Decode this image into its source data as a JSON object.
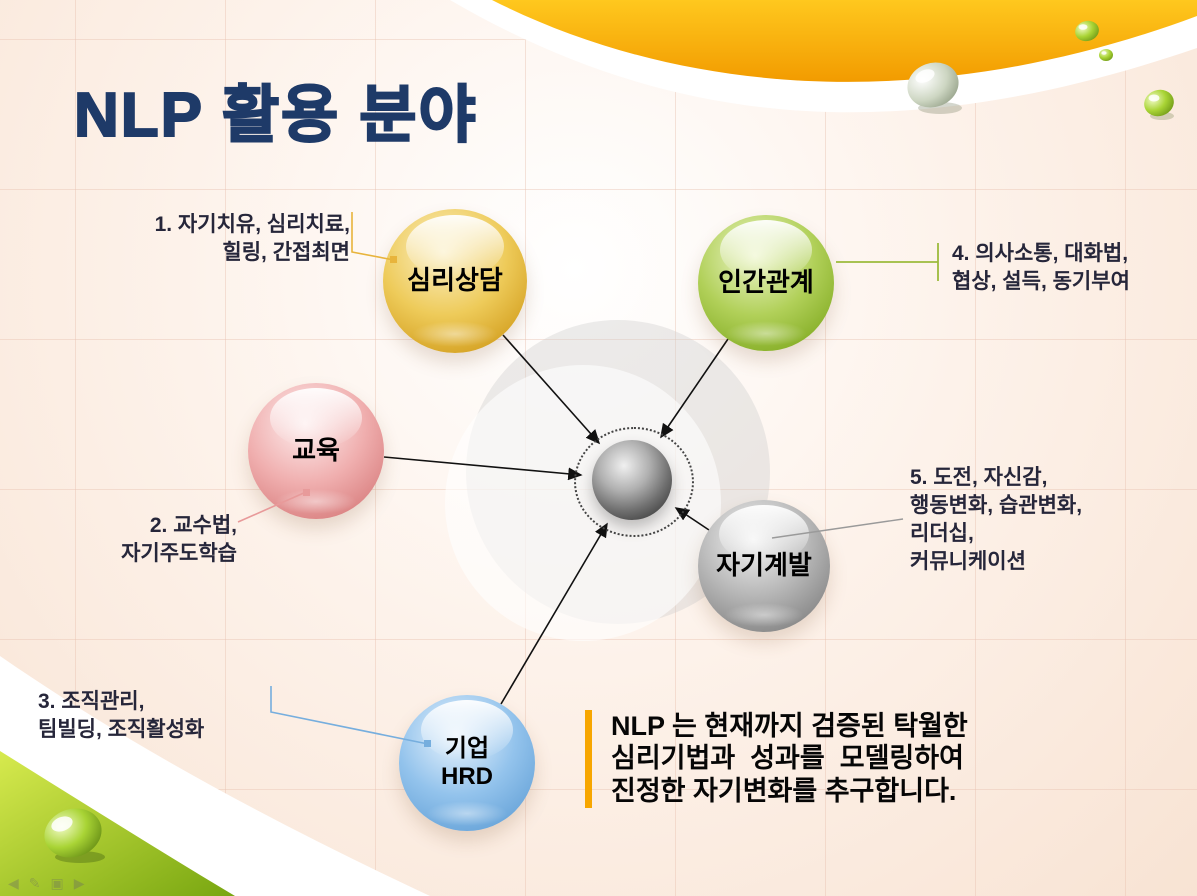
{
  "slide": {
    "title": "NLP 활용 분야",
    "statement_lines": [
      "NLP 는 현재까지 검증된 탁월한",
      "심리기법과  성과를  모델링하여",
      "진정한 자기변화를 추구합니다."
    ]
  },
  "nodes": [
    {
      "id": "counseling",
      "lines": [
        "심리상담"
      ],
      "color": "#e7c34a"
    },
    {
      "id": "relations",
      "lines": [
        "인간관계"
      ],
      "color": "#a6c64b"
    },
    {
      "id": "education",
      "lines": [
        "교육"
      ],
      "color": "#eba3a3"
    },
    {
      "id": "self_dev",
      "lines": [
        "자기계발"
      ],
      "color": "#a7a7a7"
    },
    {
      "id": "hrd",
      "lines": [
        "기업",
        "HRD"
      ],
      "color": "#85b9e6"
    }
  ],
  "annotations": [
    {
      "id": "1",
      "lines": [
        "1. 자기치유, 심리치료,",
        "힐링, 간접최면"
      ],
      "color": "#e8b43c"
    },
    {
      "id": "2",
      "lines": [
        "2. 교수법,",
        "자기주도학습"
      ],
      "color": "#e89a9a"
    },
    {
      "id": "3",
      "lines": [
        "3. 조직관리,",
        "팀빌딩, 조직활성화"
      ],
      "color": "#76aede"
    },
    {
      "id": "4",
      "lines": [
        "4. 의사소통, 대화법,",
        "협상, 설득, 동기부여"
      ],
      "color": "#9cbb3c"
    },
    {
      "id": "5",
      "lines": [
        "5. 도전, 자신감,",
        "행동변화, 습관변화,",
        "리더십,",
        "커뮤니케이션"
      ],
      "color": "#9a9a9a"
    }
  ],
  "toolbar": {
    "icons": [
      {
        "name": "prev-arrow-icon",
        "glyph": "◀"
      },
      {
        "name": "pen-icon",
        "glyph": "✎"
      },
      {
        "name": "slides-icon",
        "glyph": "▣"
      },
      {
        "name": "next-arrow-icon",
        "glyph": "▶"
      }
    ]
  },
  "colors": {
    "title": "#1e3a68",
    "accent_orange": "#f7a600",
    "background": "#fdf1e9"
  }
}
